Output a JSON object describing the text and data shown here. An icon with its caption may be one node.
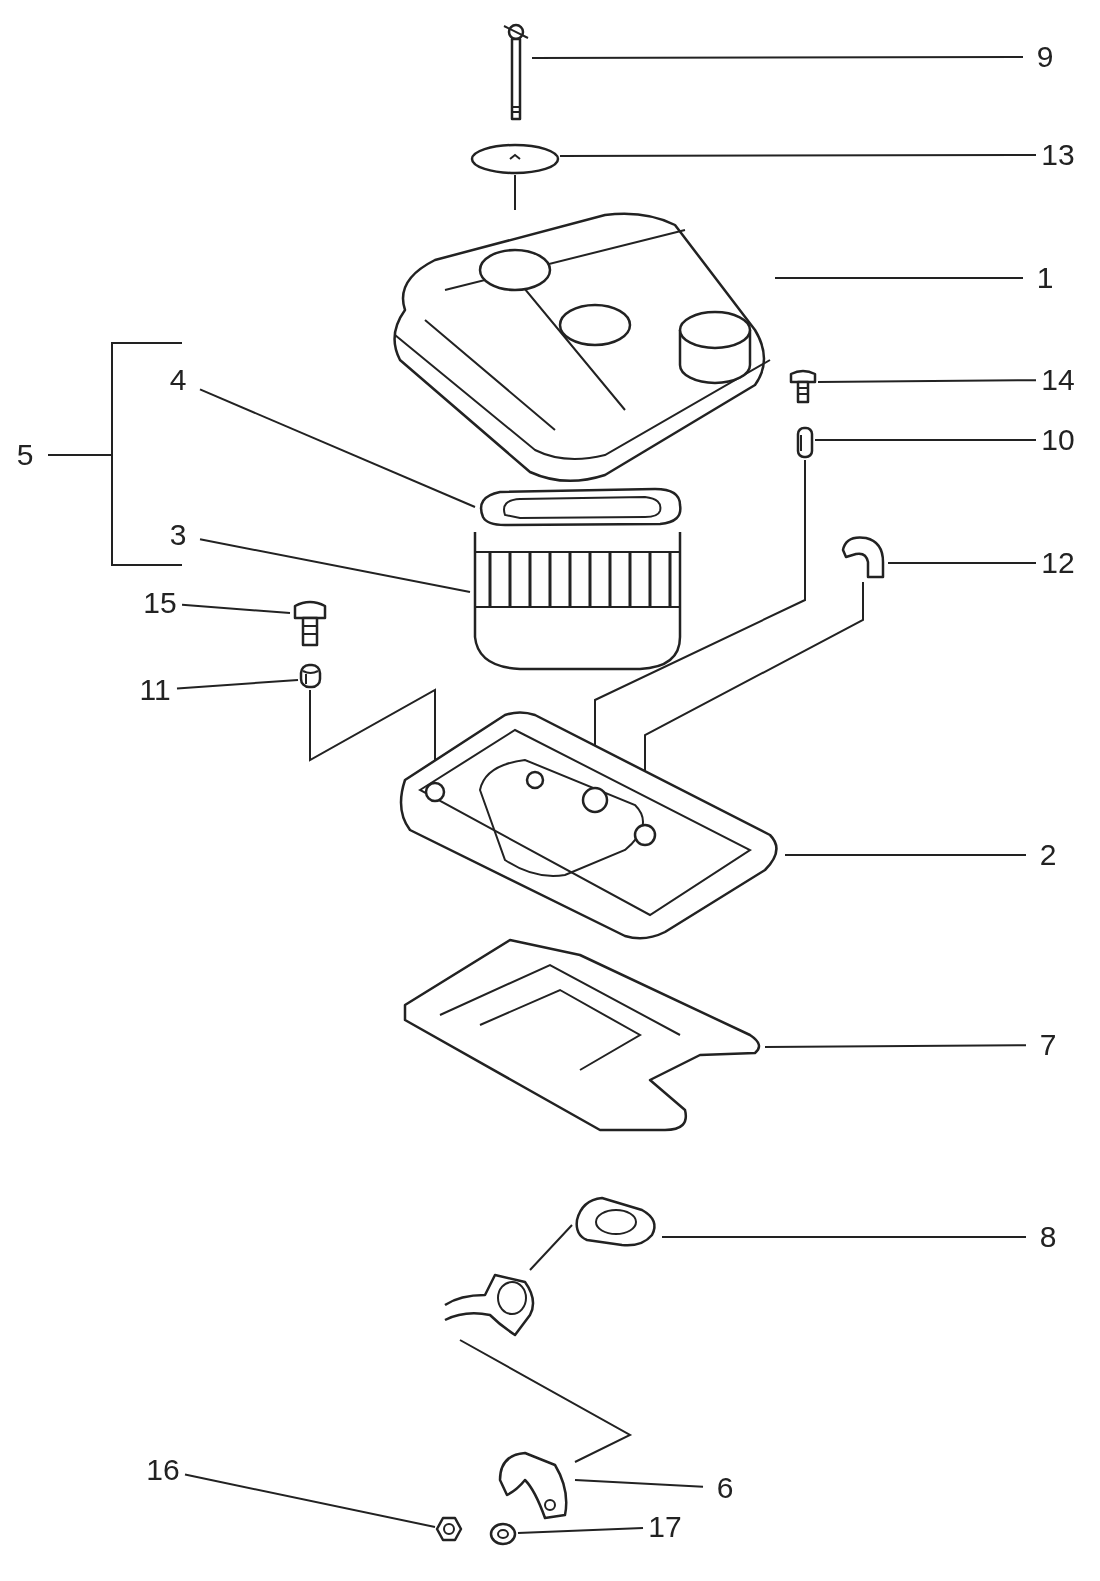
{
  "diagram": {
    "nodes": [
      {
        "text": [
          "9"
        ]
      },
      {
        "text": [],
        "shape": "picture"
      },
      {
        "text": [
          "13"
        ]
      },
      {
        "text": [],
        "shape": "picture"
      },
      {
        "text": [
          "1"
        ]
      },
      {
        "text": [],
        "shape": "picture"
      },
      {
        "text": [
          "14"
        ]
      },
      {
        "text": [],
        "shape": "picture"
      },
      {
        "text": [
          "10"
        ]
      },
      {
        "text": [],
        "shape": "picture"
      },
      {
        "text": [
          "4"
        ]
      },
      {
        "text": [],
        "shape": "picture"
      },
      {
        "text": [
          "12"
        ]
      },
      {
        "text": [],
        "shape": "picture"
      },
      {
        "text": [
          "3"
        ]
      },
      {
        "text": [],
        "shape": "picture"
      },
      {
        "text": [
          "15"
        ]
      },
      {
        "text": [],
        "shape": "picture"
      },
      {
        "text": [
          "11"
        ]
      },
      {
        "text": [],
        "shape": "picture"
      },
      {
        "text": [
          "2"
        ]
      },
      {
        "text": [],
        "shape": "picture"
      },
      {
        "text": [
          "7"
        ]
      },
      {
        "text": [],
        "shape": "picture"
      },
      {
        "text": [
          "8"
        ]
      },
      {
        "text": [],
        "shape": "picture"
      },
      {
        "text": [],
        "shape": "picture"
      },
      {
        "text": [
          "16"
        ]
      },
      {
        "text": [],
        "shape": "picture"
      },
      {
        "text": [
          "6"
        ]
      },
      {
        "text": [],
        "shape": "picture"
      },
      {
        "text": [
          "17"
        ]
      },
      {
        "text": [],
        "shape": "picture"
      }
    ],
    "edges": [
      {
        "from": 0,
        "to": 1,
        "arrow": "none"
      },
      {
        "from": 2,
        "to": 3,
        "arrow": "none"
      },
      {
        "from": 4,
        "to": 5,
        "arrow": "none"
      },
      {
        "from": 6,
        "to": 7,
        "arrow": "none"
      },
      {
        "from": 8,
        "to": 9,
        "arrow": "none"
      },
      {
        "from": 10,
        "to": 11,
        "arrow": "none"
      },
      {
        "from": 12,
        "to": 13,
        "arrow": "none"
      },
      {
        "from": 14,
        "to": 15,
        "arrow": "none"
      },
      {
        "from": 16,
        "to": 17,
        "arrow": "none"
      },
      {
        "from": 18,
        "to": 19,
        "arrow": "none"
      },
      {
        "from": 20,
        "to": 21,
        "arrow": "none"
      },
      {
        "from": 22,
        "to": 23,
        "arrow": "none"
      },
      {
        "from": 24,
        "to": 25,
        "arrow": "none"
      },
      {
        "from": 27,
        "to": 28,
        "arrow": "none"
      },
      {
        "from": 29,
        "to": 30,
        "arrow": "none"
      },
      {
        "from": 31,
        "to": 32,
        "arrow": "none"
      },
      {
        "from": 3,
        "to": 5,
        "arrow": "none"
      },
      {
        "from": 9,
        "to": 21,
        "arrow": "none"
      },
      {
        "from": 13,
        "to": 21,
        "arrow": "none"
      },
      {
        "from": 19,
        "to": 21,
        "arrow": "none"
      },
      {
        "from": 25,
        "to": 26,
        "arrow": "none"
      },
      {
        "from": 26,
        "to": 30,
        "arrow": "none"
      }
    ],
    "labels": [
      "5"
    ]
  }
}
